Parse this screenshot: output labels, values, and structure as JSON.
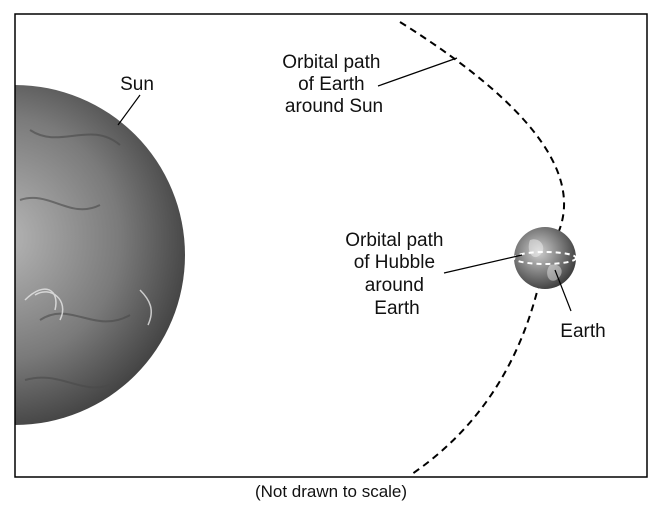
{
  "labels": {
    "sun": "Sun",
    "earth_orbit": [
      "Orbital path",
      "of Earth",
      "around Sun"
    ],
    "hubble_orbit": [
      "Orbital path",
      "of Hubble",
      "around",
      "Earth"
    ],
    "earth": "Earth"
  },
  "caption": "(Not drawn to scale)",
  "colors": {
    "frame": "#000000",
    "background": "#ffffff",
    "sun_light": "#b8b8b8",
    "sun_mid": "#7a7a7a",
    "sun_dark": "#3c3c3c",
    "earth_light": "#cfcfcf",
    "earth_dark": "#2e2e2e"
  }
}
